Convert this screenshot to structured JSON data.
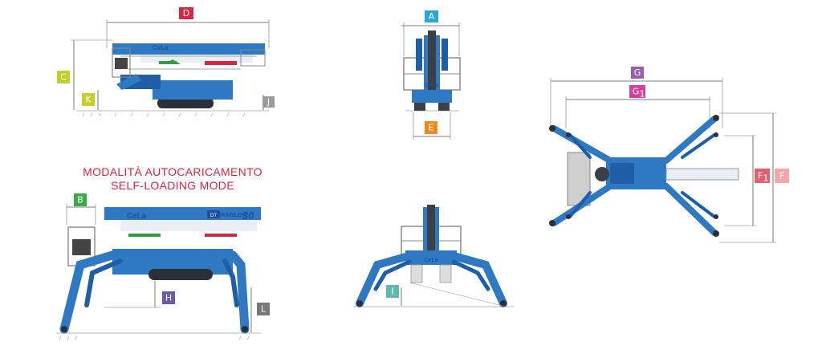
{
  "mode": {
    "line1": "MODALITÀ AUTOCARICAMENTO",
    "line2": "SELF-LOADING MODE"
  },
  "brand": {
    "logo": "CeLa",
    "model_badge": "DT",
    "model_name": "CRAWLER",
    "model_number": "30"
  },
  "labels": {
    "A": {
      "text": "A",
      "color": "#2aa6d9"
    },
    "B": {
      "text": "B",
      "color": "#3aa845"
    },
    "C": {
      "text": "C",
      "color": "#c3cf2a"
    },
    "D": {
      "text": "D",
      "color": "#d7263d"
    },
    "E": {
      "text": "E",
      "color": "#f08a1c"
    },
    "F": {
      "text": "F",
      "color": "#f4a7a7"
    },
    "F1": {
      "text": "F",
      "sub": "1",
      "color": "#e06070"
    },
    "G": {
      "text": "G",
      "color": "#9a5db0"
    },
    "G1": {
      "text": "G",
      "sub": "1",
      "color": "#d1419b"
    },
    "H": {
      "text": "H",
      "color": "#6b5aa8"
    },
    "I": {
      "text": "I",
      "color": "#5fb8b0"
    },
    "J": {
      "text": "J",
      "color": "#9a9a9a"
    },
    "K": {
      "text": "K",
      "color": "#c3cf2a"
    },
    "L": {
      "text": "L",
      "color": "#777777"
    }
  }
}
